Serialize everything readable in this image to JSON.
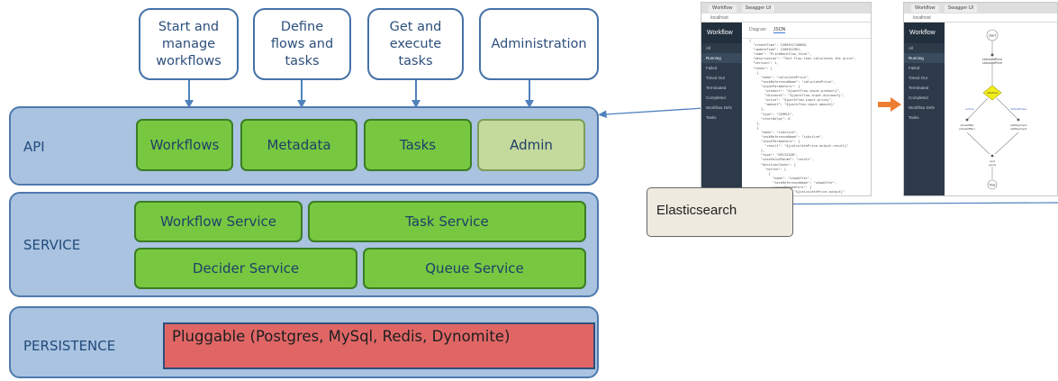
{
  "clients": [
    {
      "label": "Start and\nmanage\nworkflows"
    },
    {
      "label": "Define\nflows and\ntasks"
    },
    {
      "label": "Get and\nexecute\ntasks"
    },
    {
      "label": "Administration"
    }
  ],
  "layers": {
    "api": {
      "label": "API",
      "boxes": [
        "Workflows",
        "Metadata",
        "Tasks",
        "Admin"
      ]
    },
    "service": {
      "label": "SERVICE",
      "boxes": [
        "Workflow Service",
        "Task Service",
        "Decider Service",
        "Queue Service"
      ]
    },
    "persistence": {
      "label": "PERSISTENCE",
      "store": "Pluggable (Postgres, MySql, Redis, Dynomite)"
    }
  },
  "elasticsearch": {
    "label": "Elasticsearch"
  },
  "screenshots": {
    "tab_workflow": "Workflow",
    "tab_swagger": "Swagger UI",
    "url": "localhost",
    "app_title": "Workflow",
    "sidebar_items": [
      "All",
      "Running",
      "Failed",
      "Timed Out",
      "Terminated",
      "Completed",
      "Workflow Defs",
      "Tasks"
    ],
    "json_tabs": [
      "Diagram",
      "JSON"
    ],
    "json_lines": [
      "{",
      "  \"createTime\": 1509452740880,",
      "  \"updateTime\": 1509452901,",
      "  \"name\": \"PriceWorkflow_final\",",
      "  \"description\": \"Test flow that calculates the price\",",
      "  \"version\": 1,",
      "  \"tasks\": [",
      "    {",
      "      \"name\": \"calculatePrice\",",
      "      \"taskReferenceName\": \"calculatePrice\",",
      "      \"inputParameters\": {",
      "        \"product\": \"${workflow.input.product}\",",
      "        \"discount\": \"${workflow.input.discount}\",",
      "        \"price\": \"${workflow.input.price}\",",
      "        \"amount\": \"${workflow.input.amount}\"",
      "      },",
      "      \"type\": \"SIMPLE\",",
      "      \"startDelay\": 0",
      "    },",
      "    {",
      "      \"name\": \"isActive\",",
      "      \"taskReferenceName\": \"isActive\",",
      "      \"inputParameters\": {",
      "        \"result\": \"${calculatePrice.output.result}\"",
      "      },",
      "      \"type\": \"DECISION\",",
      "      \"caseValueParam\": \"result\",",
      "      \"decisionCases\": {",
      "        \"active\": [",
      "          {",
      "            \"name\": \"showOffer\",",
      "            \"taskReferenceName\": \"showOffer\",",
      "            \"inputParameters\": {",
      "              \"price\": \"${calculatePrice.output}\"",
      "            }",
      "          }"
    ],
    "diagram_nodes": {
      "start": "start",
      "task1": "calculatePrice",
      "task1_ref": "calculatePrice",
      "decision": "isActive",
      "branch_left": "active",
      "branch_right": "defaultCase",
      "left_task": "showOffer",
      "left_task_ref": "(showOffer)",
      "right_task": "callPayment",
      "right_task_ref": "callPayment",
      "join": "end",
      "join_ref": "(end)",
      "final": "final"
    }
  },
  "colors": {
    "layer_fill": "#a9c3e0",
    "layer_border": "#4f79ad",
    "box_green": "#77c840",
    "box_admin": "#c4d99c",
    "persistence_box": "#e06666",
    "arrow_blue": "#4f81bd",
    "arrow_orange": "#ed7d31",
    "elasticsearch_fill": "#eeeadf"
  }
}
